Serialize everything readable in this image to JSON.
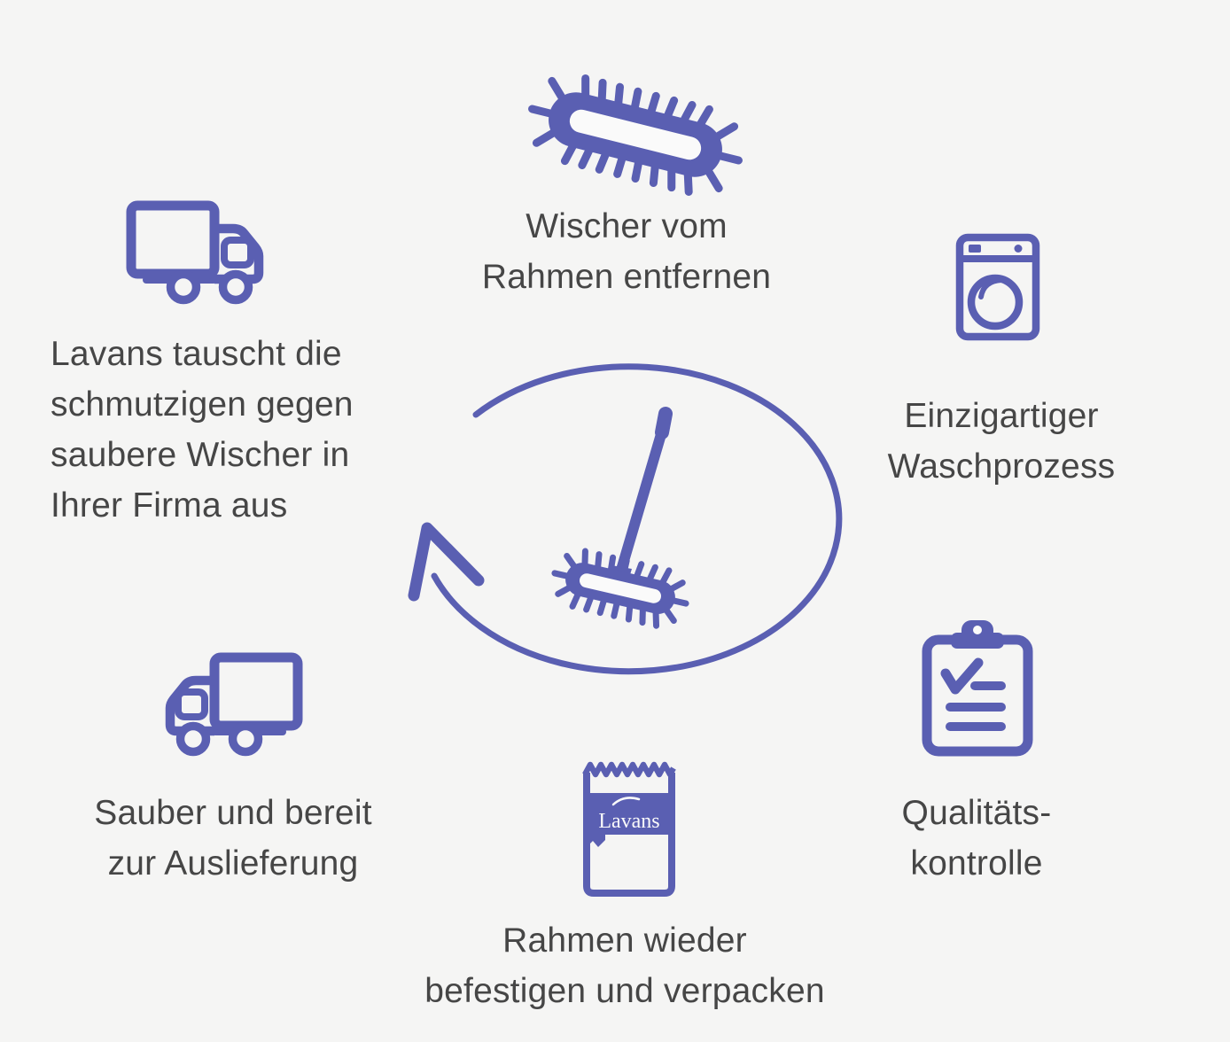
{
  "colors": {
    "icon_purple": "#5a5fb2",
    "text_gray": "#464646",
    "background": "#f5f5f4",
    "icon_inner_white": "#fafafa"
  },
  "center_illustration": {
    "icon": "mop-cycle-arrow-icon",
    "description_icons": [
      "ellipse-cycle-arrow",
      "floor-mop"
    ]
  },
  "steps": [
    {
      "name": "remove-wiper",
      "icon": "mop-pad-icon",
      "lines": [
        "Wischer vom",
        "Rahmen entfernen"
      ]
    },
    {
      "name": "wash",
      "icon": "washing-machine-icon",
      "lines": [
        "Einzigartiger",
        "Waschprozess"
      ]
    },
    {
      "name": "quality-control",
      "icon": "clipboard-checklist-icon",
      "lines": [
        "Qualitäts-",
        "kontrolle"
      ]
    },
    {
      "name": "repack",
      "icon": "lavans-package-icon",
      "package_label": "Lavans",
      "lines": [
        "Rahmen wieder",
        "befestigen und verpacken"
      ]
    },
    {
      "name": "delivery",
      "icon": "truck-left-icon",
      "lines": [
        "Sauber und bereit",
        "zur Auslieferung"
      ]
    },
    {
      "name": "exchange",
      "icon": "truck-right-icon",
      "lines": [
        "Lavans tauscht die",
        "schmutzigen gegen",
        "saubere Wischer in",
        "Ihrer Firma aus"
      ]
    }
  ]
}
